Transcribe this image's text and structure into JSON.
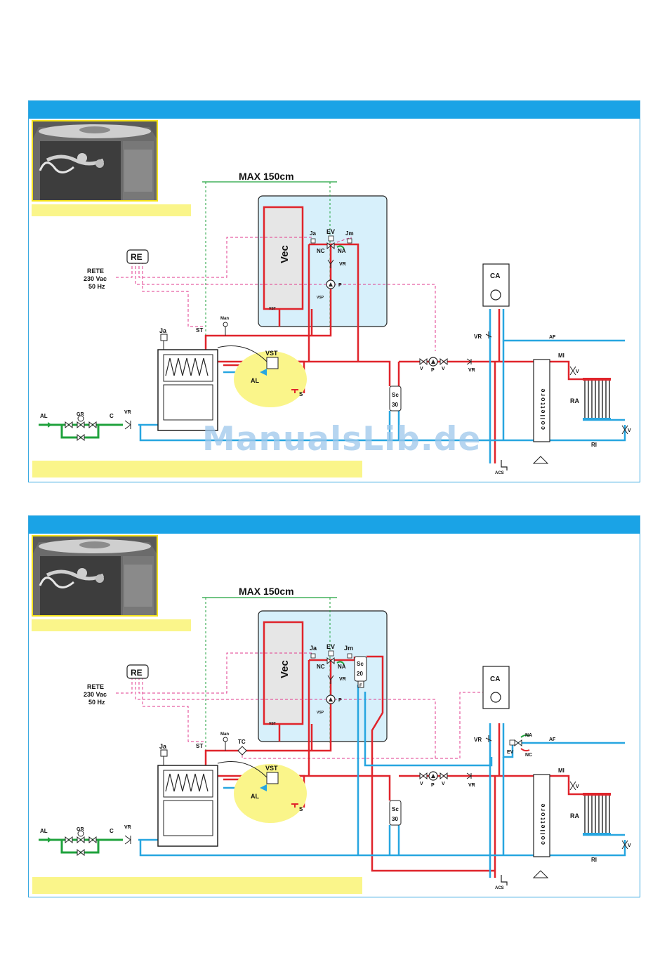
{
  "watermark": "ManualsLib.de",
  "colors": {
    "header": "#1aa3e6",
    "hot": "#e0242b",
    "cold": "#27a6e0",
    "supply": "#1fa23c",
    "caption": "#faf58a",
    "module": "#d7f0fb",
    "signal": "#e23a8c"
  },
  "diagrams": [
    {
      "max_label": "MAX 150cm",
      "re": "RE",
      "rete": [
        "RETE",
        "230 Vac",
        "50 Hz"
      ],
      "vec": "Vec",
      "ja_top": "Ja",
      "ev": "EV",
      "jm": "Jm",
      "nc": "NC",
      "na": "NA",
      "vr_inner": "VR",
      "p_inner": "P",
      "vst_small": "VST",
      "vsp": "VSP",
      "man": "Man",
      "st": "ST",
      "ja_boiler": "Ja",
      "vst": "VST",
      "al_inner": "AL",
      "s": "S",
      "al_supply": "AL",
      "gr": "GR",
      "c": "C",
      "vr_supply": "VR",
      "sc30": [
        "Sc",
        "30"
      ],
      "v1": "V",
      "p": "P",
      "v2": "V",
      "vr_line": "VR",
      "vr_ca": "VR",
      "ca": "CA",
      "af": "AF",
      "mi": "MI",
      "v_mi": "V",
      "ra": "RA",
      "v_ri": "V",
      "ri": "RI",
      "collettore": "collettore",
      "acs": "ACS"
    },
    {
      "max_label": "MAX 150cm",
      "re": "RE",
      "rete": [
        "RETE",
        "230 Vac",
        "50 Hz"
      ],
      "vec": "Vec",
      "ja_top": "Ja",
      "ev": "EV",
      "jm": "Jm",
      "nc": "NC",
      "na": "NA",
      "vr_inner": "VR",
      "p_inner": "P",
      "sc20": [
        "Sc",
        "20"
      ],
      "f": "F",
      "vst_small": "VST",
      "vsp": "VSP",
      "man": "Man",
      "tc": "TC",
      "st": "ST",
      "ja_boiler": "Ja",
      "vst": "VST",
      "al_inner": "AL",
      "s": "S",
      "al_supply": "AL",
      "gr": "GR",
      "c": "C",
      "vr_supply": "VR",
      "sc30": [
        "Sc",
        "30"
      ],
      "v1": "V",
      "p": "P",
      "v2": "V",
      "vr_line": "VR",
      "vr_ca": "VR",
      "ca": "CA",
      "na_ev": "NA",
      "ev_out": "EV",
      "nc_ev": "NC",
      "af": "AF",
      "mi": "MI",
      "v_mi": "V",
      "ra": "RA",
      "v_ri": "V",
      "ri": "RI",
      "collettore": "collettore",
      "acs": "ACS"
    }
  ]
}
